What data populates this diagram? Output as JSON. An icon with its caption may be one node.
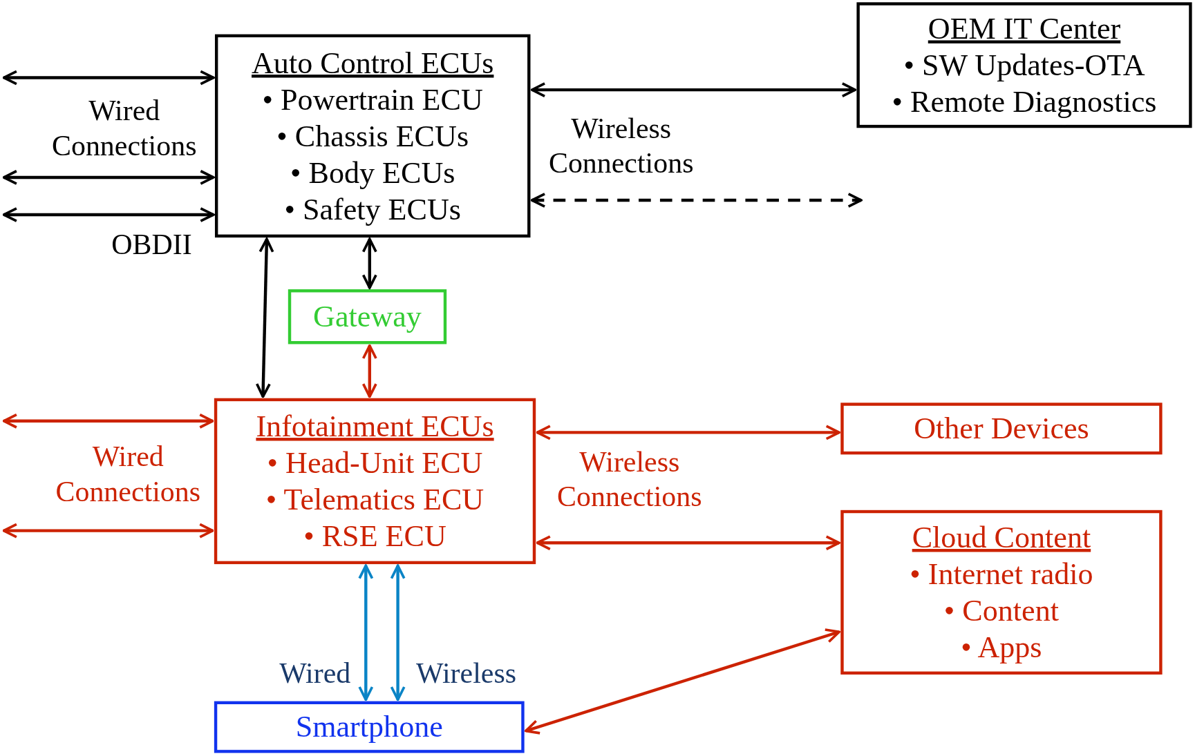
{
  "diagram": {
    "nodes": [
      {
        "text": [
          "Auto Control ECUs",
          "• Powertrain ECU",
          "• Chassis ECUs",
          "• Body ECUs",
          "• Safety ECUs"
        ]
      },
      {
        "text": [
          "OEM IT Center",
          "• SW Updates-OTA",
          "• Remote Diagnostics"
        ]
      },
      {
        "text": [
          "Gateway"
        ]
      },
      {
        "text": [
          "Infotainment ECUs",
          "• Head-Unit ECU",
          "• Telematics ECU",
          "• RSE ECU"
        ]
      },
      {
        "text": [
          "Other Devices"
        ]
      },
      {
        "text": [
          "Cloud Content",
          "• Internet radio",
          "• Content",
          "• Apps"
        ]
      },
      {
        "text": [
          "Smartphone"
        ]
      }
    ],
    "edges": [
      {
        "from": null,
        "to": 0,
        "arrow": "both"
      },
      {
        "from": null,
        "to": 0,
        "arrow": "both"
      },
      {
        "from": null,
        "to": 0,
        "arrow": "both"
      },
      {
        "from": 0,
        "to": 1,
        "arrow": "both"
      },
      {
        "from": 0,
        "to": null,
        "arrow": "both",
        "style": "dashed"
      },
      {
        "from": 0,
        "to": 3,
        "arrow": "both"
      },
      {
        "from": 0,
        "to": 2,
        "arrow": "both"
      },
      {
        "from": 2,
        "to": 3,
        "arrow": "both",
        "color": "#cc2200"
      },
      {
        "from": null,
        "to": 3,
        "arrow": "both",
        "color": "#cc2200"
      },
      {
        "from": null,
        "to": 3,
        "arrow": "both",
        "color": "#cc2200"
      },
      {
        "from": 3,
        "to": 4,
        "arrow": "both",
        "color": "#cc2200"
      },
      {
        "from": 3,
        "to": 5,
        "arrow": "both",
        "color": "#cc2200"
      },
      {
        "from": 3,
        "to": 6,
        "arrow": "both",
        "label": "Wired",
        "color": "#0a84c6"
      },
      {
        "from": 3,
        "to": 6,
        "arrow": "both",
        "label": "Wireless",
        "color": "#0a84c6"
      },
      {
        "from": 5,
        "to": 6,
        "arrow": "both",
        "color": "#cc2200"
      }
    ],
    "labels": [
      "Wired Connections",
      "OBDII",
      "Wireless Connections",
      "Wired Connections",
      "Wireless Connections"
    ]
  }
}
